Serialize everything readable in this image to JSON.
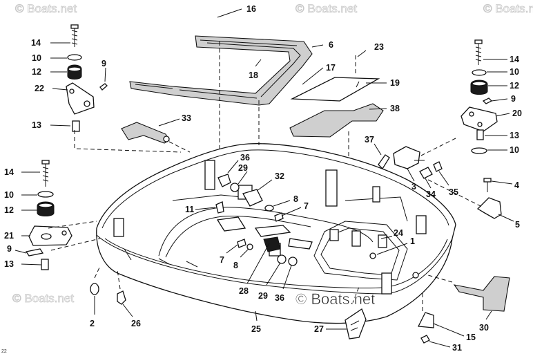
{
  "watermarks": [
    "© Boats.net",
    "© Boats.net",
    "© Boats.net",
    "© Boats.net"
  ],
  "watermark_center": "© Boats.net",
  "corner_mark": "22",
  "part_numbers": [
    "16",
    "6",
    "23",
    "14",
    "10",
    "12",
    "9",
    "22",
    "13",
    "18",
    "17",
    "19",
    "38",
    "33",
    "37",
    "14",
    "10",
    "12",
    "9",
    "20",
    "13",
    "10",
    "36",
    "29",
    "32",
    "14",
    "10",
    "12",
    "21",
    "9",
    "13",
    "11",
    "8",
    "7",
    "3",
    "34",
    "35",
    "4",
    "5",
    "24",
    "1",
    "7",
    "8",
    "28",
    "29",
    "36",
    "2",
    "26",
    "25",
    "27",
    "30",
    "15",
    "31"
  ]
}
